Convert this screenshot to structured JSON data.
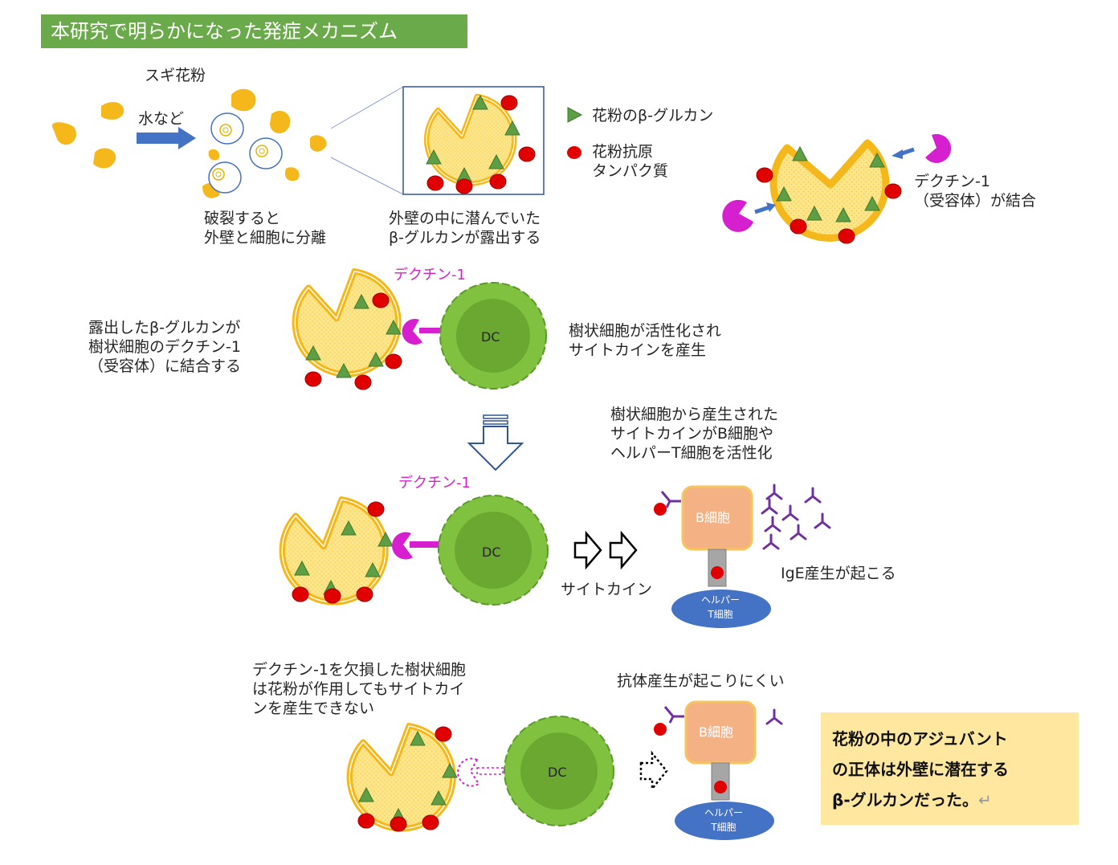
{
  "title": "本研究で明らかになった発症メカニズム",
  "labels": {
    "sugi_pollen": "スギ花粉",
    "water_etc": "水など",
    "burst": "破裂すると\n外壁と細胞に分離",
    "exposed": "外壁の中に潜んでいた\nβ-グルカンが露出する",
    "legend_glucan": "花粉のβ-グルカン",
    "legend_antigen": "花粉抗原\nタンパク質",
    "dectin_binding": "デクチン-1\n（受容体）が結合",
    "dectin_label_1": "デクチン-1",
    "binding_desc": "露出したβ-グルカンが\n樹状細胞のデクチン-1\n（受容体）に結合する",
    "dc_activated": "樹状細胞が活性化され\nサイトカインを産生",
    "dc": "DC",
    "cytokine_activates": "樹状細胞から産生された\nサイトカインがB細胞や\nヘルパーT細胞を活性化",
    "dectin_label_2": "デクチン-1",
    "cytokine": "サイトカイン",
    "b_cell": "B細胞",
    "helper_t": "ヘルパー\nT細胞",
    "ige": "IgE産生が起こる",
    "deficient": "デクチン-1を欠損した樹状細胞\nは花粉が作用してもサイトカイ\nンを産生できない",
    "antibody_hard": "抗体産生が起こりにくい",
    "conclusion": "花粉の中のアジュバント\nの正体は外壁に潜在する\nβ-グルカンだった。",
    "return_mark": "↵"
  },
  "colors": {
    "title_bg": "#6aaa4b",
    "pollen": "#f5b81a",
    "pollen_fill": "#fbe27a",
    "glucan": "#5e9e45",
    "antigen": "#e00000",
    "dectin": "#d61fcf",
    "dc": "#80c23f",
    "b_cell": "#f4b183",
    "t_cell": "#4472c4",
    "antibody": "#7030a0",
    "arrow_blue": "#4472c4",
    "conclusion_bg": "#ffe79f"
  }
}
